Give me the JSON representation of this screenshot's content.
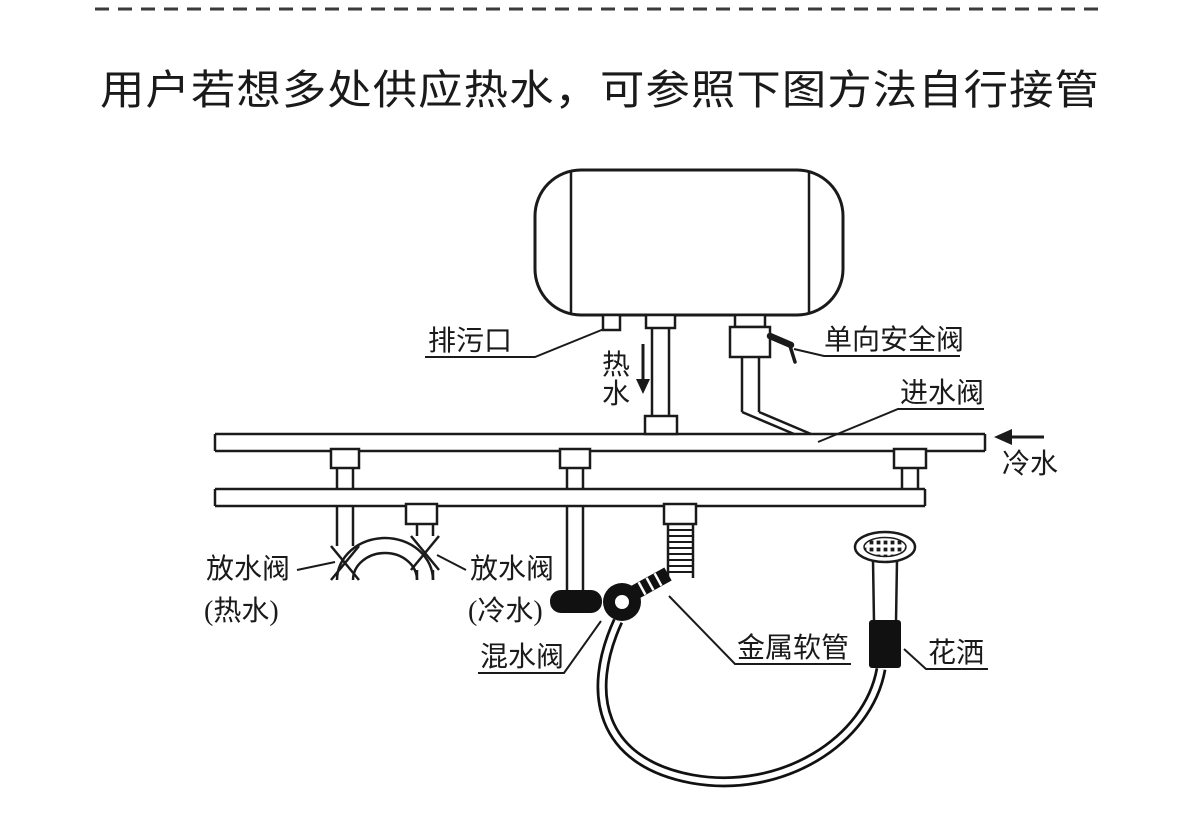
{
  "title": "用户若想多处供应热水，可参照下图方法自行接管",
  "labels": {
    "drain_outlet": "排污口",
    "hot_water_char_top": "热",
    "hot_water_char_bottom": "水",
    "safety_valve": "单向安全阀",
    "inlet_valve": "进水阀",
    "cold_water": "冷水",
    "drain_valve_hot": "放水阀",
    "drain_valve_hot_sub": "(热水)",
    "drain_valve_cold": "放水阀",
    "drain_valve_cold_sub": "(冷水)",
    "mixing_valve": "混水阀",
    "metal_hose": "金属软管",
    "shower": "花洒"
  },
  "colors": {
    "ink": "#1a1a1a",
    "background": "#ffffff"
  }
}
